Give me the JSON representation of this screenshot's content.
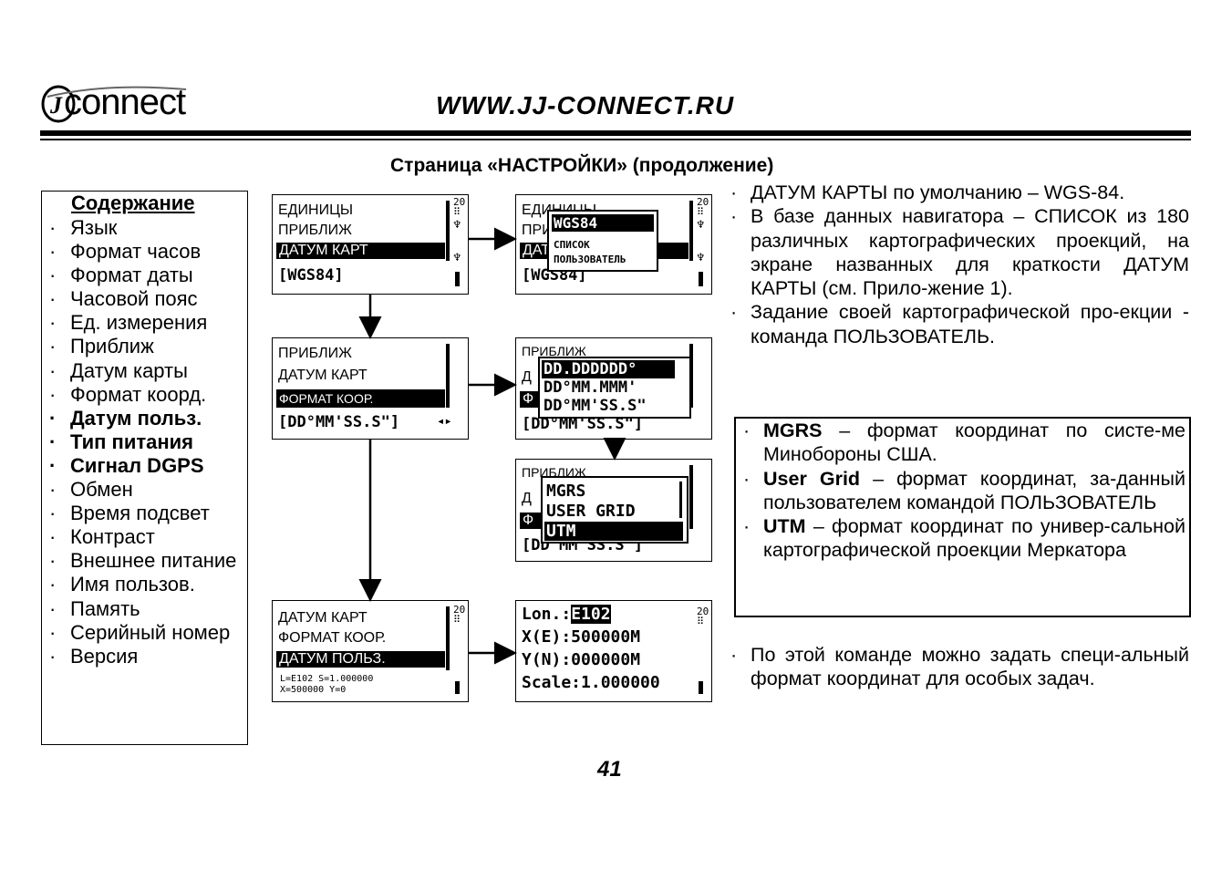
{
  "header": {
    "logo_text": "connect",
    "site_url": "WWW.JJ-CONNECT.RU"
  },
  "section_title": "Страница «НАСТРОЙКИ» (продолжение)",
  "toc": {
    "heading": "Содержание",
    "items": [
      {
        "label": "Язык",
        "bold": false
      },
      {
        "label": "Формат часов",
        "bold": false
      },
      {
        "label": "Формат даты",
        "bold": false
      },
      {
        "label": "Часовой пояс",
        "bold": false
      },
      {
        "label": "Ед. измерения",
        "bold": false
      },
      {
        "label": "Приближ",
        "bold": false
      },
      {
        "label": "Датум карты",
        "bold": false
      },
      {
        "label": "Формат коорд.",
        "bold": false
      },
      {
        "label": "Датум польз.",
        "bold": true
      },
      {
        "label": "Тип питания",
        "bold": true
      },
      {
        "label": "Сигнал DGPS",
        "bold": true
      },
      {
        "label": "Обмен",
        "bold": false
      },
      {
        "label": "Время подсвет",
        "bold": false
      },
      {
        "label": "Контраст",
        "bold": false
      },
      {
        "label": "Внешнее питание",
        "bold": false
      },
      {
        "label": "Имя пользов.",
        "bold": false
      },
      {
        "label": "Память",
        "bold": false
      },
      {
        "label": "Серийный номер",
        "bold": false
      },
      {
        "label": "Версия",
        "bold": false
      }
    ]
  },
  "screens": {
    "s1": {
      "line1": "ЕДИНИЦЫ",
      "line2": "ПРИБЛИЖ",
      "line3": "ДАТУМ КАРТ",
      "value": "[WGS84]"
    },
    "s2": {
      "line1": "ЕДИНИЦЫ",
      "line2": "ПРИ",
      "line3": "ДАТ",
      "value": "[WGS84]",
      "popup": [
        "WGS84",
        "СПИСОК",
        "ПОЛЬЗОВАТЕЛЬ"
      ]
    },
    "s3": {
      "line1": "ПРИБЛИЖ",
      "line2": "ДАТУМ КАРТ",
      "line3": "ФОРМАТ КООР.",
      "value": "[DD°MM'SS.S\"]"
    },
    "s4": {
      "line1": "ПРИБЛИЖ",
      "line2": "Д",
      "line3": "Ф",
      "value": "[DD°MM'SS.S\"]",
      "popup": [
        "DD.DDDDDD°",
        "DD°MM.MMM'",
        "DD°MM'SS.S\""
      ]
    },
    "s5": {
      "line1": "ПРИБЛИЖ",
      "line2": "Д",
      "line3": "Ф",
      "value": "[DD°MM'SS.S\"]",
      "popup": [
        "MGRS",
        "USER GRID",
        "UTM"
      ]
    },
    "s6": {
      "line1": "ДАТУМ КАРТ",
      "line2": "ФОРМАТ КООР.",
      "line3": "ДАТУМ ПОЛЬЗ.",
      "value_a": "L=E102 S=1.000000",
      "value_b": "X=500000 Y=0"
    },
    "s7": {
      "line1_label": "Lon.:",
      "line1_value": "E102",
      "line2": "X(E):500000M",
      "line3": "Y(N):000000M",
      "line4": "Scale:1.000000"
    }
  },
  "right": {
    "bullets_top": [
      "ДАТУМ КАРТЫ по умолчанию – WGS-84.",
      "В базе данных навигатора – СПИСОК из 180 различных картографических проекций, на экране названных для краткости ДАТУМ КАРТЫ (см. Прило-жение 1).",
      "Задание своей картографической про-екции - команда ПОЛЬЗОВАТЕЛЬ."
    ],
    "box": [
      {
        "term": "MGRS",
        "text": " – формат координат по систе-ме Минобороны США."
      },
      {
        "term": "User Grid",
        "text": " – формат координат, за-данный пользователем командой ПОЛЬЗОВАТЕЛЬ"
      },
      {
        "term": "UTM",
        "text": " – формат координат по универ-сальной картографической проекции Меркатора"
      }
    ],
    "bottom": "По этой команде можно задать специ-альный формат координат для особых задач."
  },
  "page_number": "41"
}
